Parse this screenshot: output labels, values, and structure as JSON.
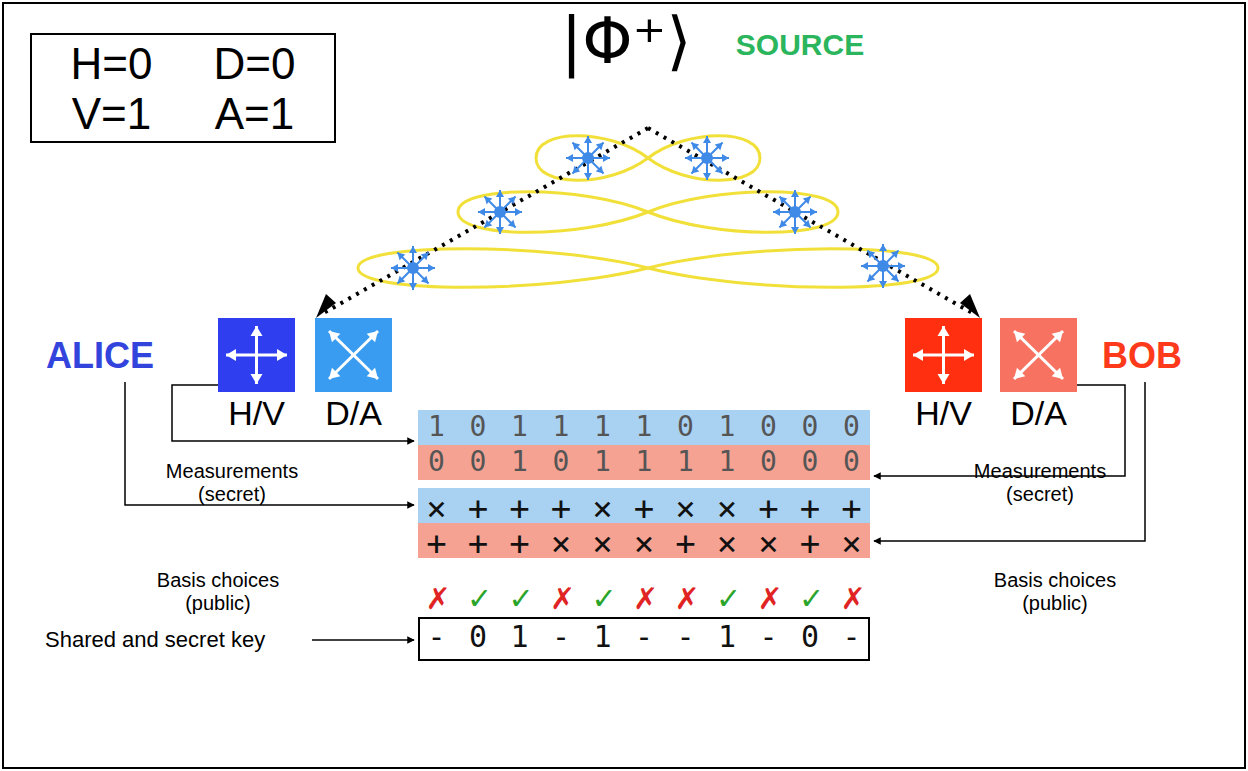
{
  "diagram": {
    "nodes": [
      {
        "text": [
          "H=0",
          "D=0",
          "V=1",
          "A=1"
        ]
      },
      {
        "text": [
          "H/V"
        ]
      },
      {
        "text": [
          "D/A"
        ]
      },
      {
        "text": [
          "H/V"
        ]
      },
      {
        "text": [
          "D/A"
        ]
      },
      {
        "text": [
          "1 0 1 1 1 1 0 1 0 0 0"
        ]
      },
      {
        "text": [
          "0 0 1 0 1 1 1 1 0 0 0"
        ]
      },
      {
        "text": [
          "× + + + × + × × + + +"
        ]
      },
      {
        "text": [
          "+ + + × × × + × × + ×"
        ]
      },
      {
        "text": [
          "- 0 1 - 1 - - 1 - 0 -"
        ]
      }
    ],
    "edges": [
      {
        "from": 1,
        "to": 5,
        "arrow": "to"
      },
      {
        "from": 4,
        "to": 6,
        "arrow": "to"
      }
    ],
    "labels": [
      "|Φ⁺⟩",
      "SOURCE",
      "ALICE",
      "BOB",
      "Measurements (secret)",
      "Measurements (secret)",
      "Basis choices (public)",
      "Basis choices (public)",
      "✗",
      "✓",
      "✓",
      "✗",
      "✓",
      "✗",
      "✗",
      "✓",
      "✗",
      "✓",
      "✗",
      "Shared and secret key"
    ]
  }
}
